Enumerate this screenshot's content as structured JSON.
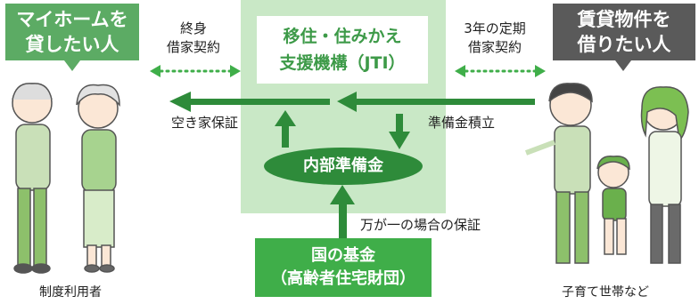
{
  "left_callout": {
    "line1": "マイホームを",
    "line2": "貸したい人"
  },
  "right_callout": {
    "line1": "賃貸物件を",
    "line2": "借りたい人"
  },
  "left_contract": {
    "line1": "終身",
    "line2": "借家契約"
  },
  "right_contract": {
    "line1": "3年の定期",
    "line2": "借家契約"
  },
  "organization": {
    "line1": "移住・住みかえ",
    "line2": "支援機構（JTI）"
  },
  "flow_labels": {
    "vacancy_guarantee": "空き家保証",
    "reserve_accumulation": "準備金積立",
    "emergency_guarantee": "万が一の場合の保証"
  },
  "internal_reserve": "内部準備金",
  "national_fund": {
    "line1": "国の基金",
    "line2": "（高齢者住宅財団）"
  },
  "left_caption": "制度利用者",
  "right_caption": "子育て世帯など",
  "colors": {
    "green": "#3fae49",
    "dark_green": "#2e8b3a",
    "panel": "#c9e8c6",
    "gray": "#5a5a5a"
  }
}
